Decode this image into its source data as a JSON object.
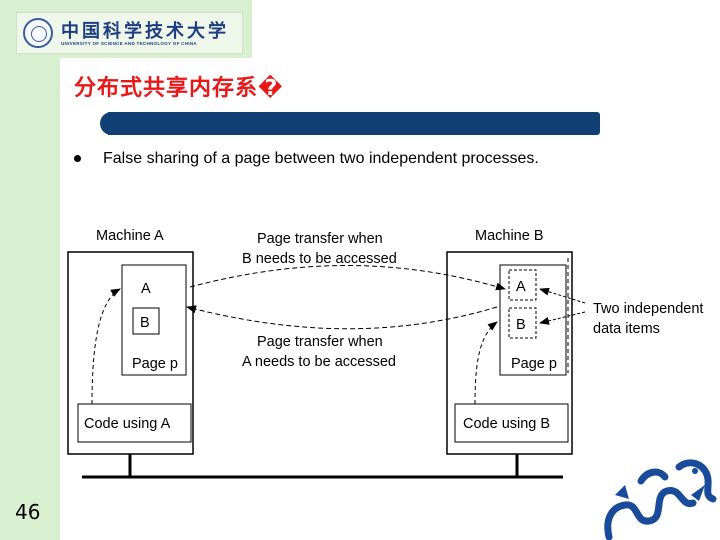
{
  "header": {
    "logo_cn": "中国科学技术大学",
    "logo_en": "UNIVERSITY OF SCIENCE AND TECHNOLOGY OF CHINA",
    "title": "分布式共享内存系�"
  },
  "bullet": {
    "text": "False sharing of a page between two independent processes."
  },
  "diagram": {
    "machine_a_label": "Machine A",
    "machine_b_label": "Machine B",
    "transfer_top_line1": "Page transfer when",
    "transfer_top_line2": "B needs to be accessed",
    "transfer_bottom_line1": "Page transfer when",
    "transfer_bottom_line2": "A needs to be accessed",
    "a_item": "A",
    "b_item": "B",
    "page_a": "Page p",
    "page_b": "Page p",
    "code_a": "Code using A",
    "code_b": "Code using B",
    "note_line1": "Two independent",
    "note_line2": "data items"
  },
  "footer": {
    "page_number": "46"
  },
  "colors": {
    "title_red": "#e81818",
    "bar_blue": "#0f3f73",
    "side_green": "#d9f0d0",
    "dragon_blue": "#1a4a9a"
  }
}
